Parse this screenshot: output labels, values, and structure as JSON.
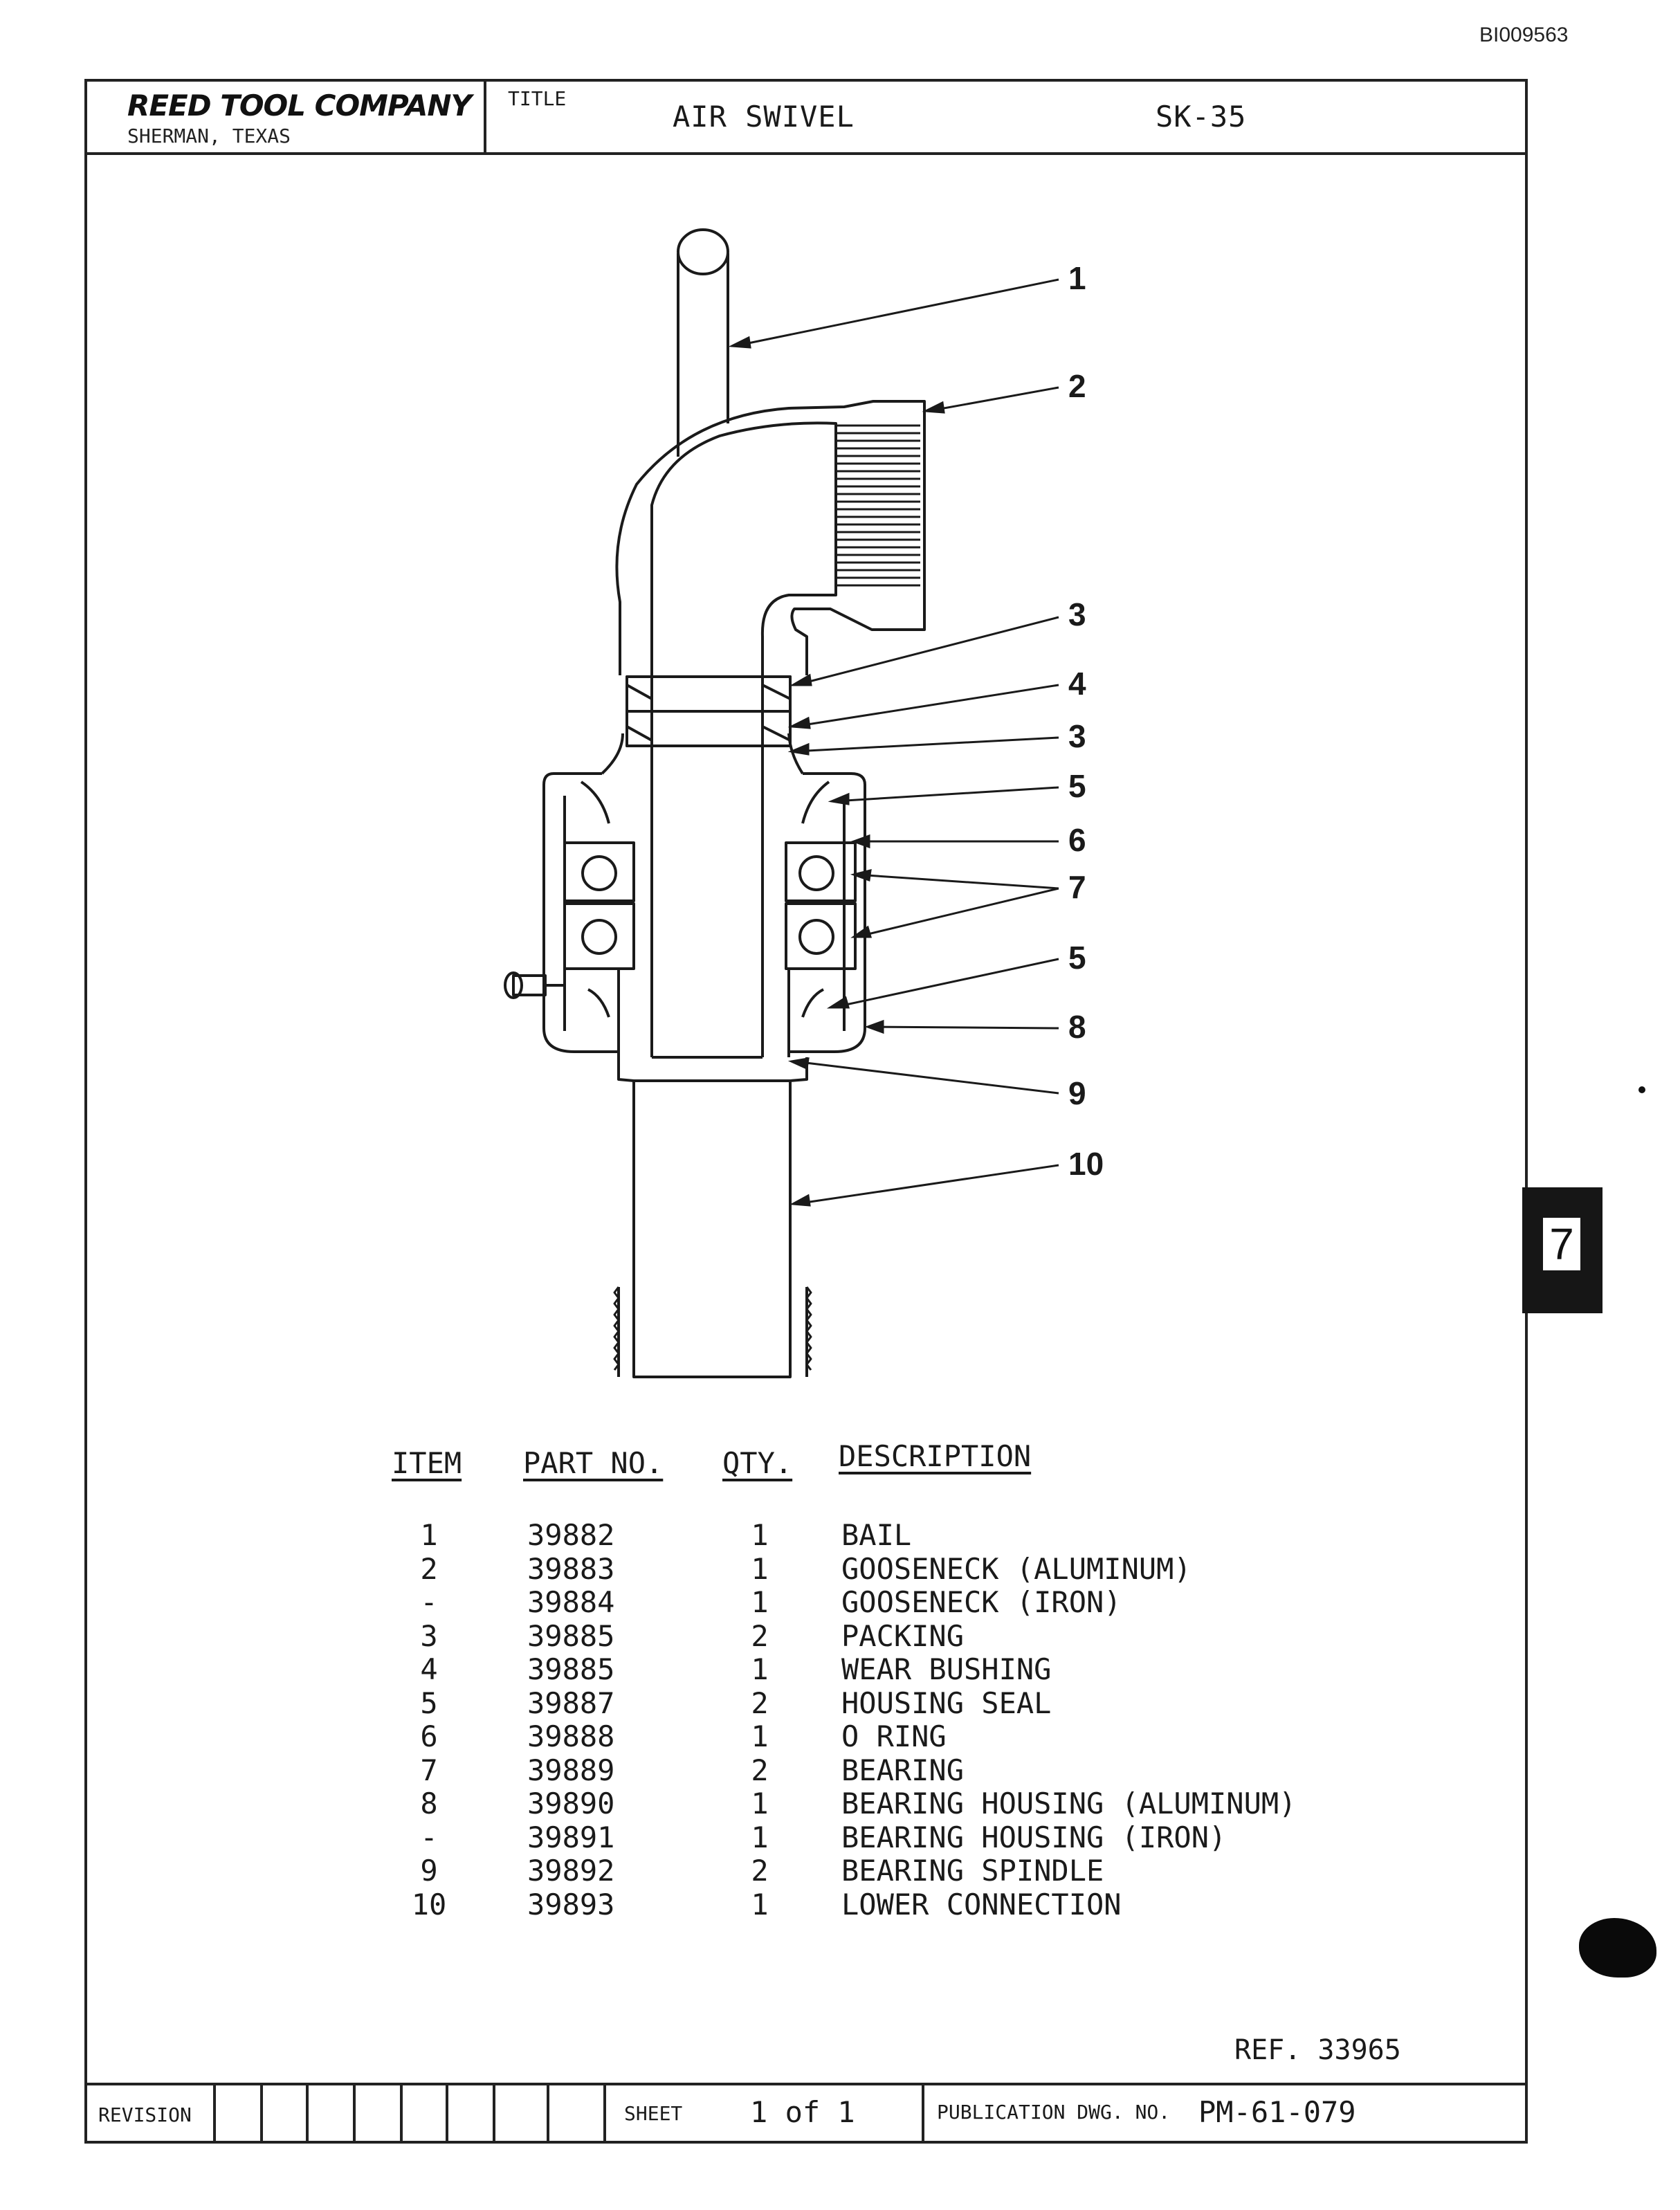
{
  "doc_id": "BI009563",
  "title_block": {
    "company": "REED TOOL COMPANY",
    "location": "SHERMAN, TEXAS",
    "title_label": "TITLE",
    "title": "AIR SWIVEL",
    "drawing_code": "SK-35"
  },
  "callouts": [
    "1",
    "2",
    "3",
    "4",
    "3",
    "5",
    "6",
    "7",
    "5",
    "8",
    "9",
    "10"
  ],
  "parts_table": {
    "headers": {
      "item": "ITEM",
      "part_no": "PART NO.",
      "qty": "QTY.",
      "description": "DESCRIPTION"
    },
    "rows": [
      {
        "item": "1",
        "part_no": "39882",
        "qty": "1",
        "description": "BAIL"
      },
      {
        "item": "2",
        "part_no": "39883",
        "qty": "1",
        "description": "GOOSENECK (ALUMINUM)"
      },
      {
        "item": "-",
        "part_no": "39884",
        "qty": "1",
        "description": "GOOSENECK (IRON)"
      },
      {
        "item": "3",
        "part_no": "39885",
        "qty": "2",
        "description": "PACKING"
      },
      {
        "item": "4",
        "part_no": "39885",
        "qty": "1",
        "description": "WEAR BUSHING"
      },
      {
        "item": "5",
        "part_no": "39887",
        "qty": "2",
        "description": "HOUSING SEAL"
      },
      {
        "item": "6",
        "part_no": "39888",
        "qty": "1",
        "description": "O RING"
      },
      {
        "item": "7",
        "part_no": "39889",
        "qty": "2",
        "description": "BEARING"
      },
      {
        "item": "8",
        "part_no": "39890",
        "qty": "1",
        "description": "BEARING HOUSING (ALUMINUM)"
      },
      {
        "item": "-",
        "part_no": "39891",
        "qty": "1",
        "description": "BEARING HOUSING (IRON)"
      },
      {
        "item": "9",
        "part_no": "39892",
        "qty": "2",
        "description": "BEARING SPINDLE"
      },
      {
        "item": "10",
        "part_no": "39893",
        "qty": "1",
        "description": "LOWER CONNECTION"
      }
    ]
  },
  "ref": "REF. 33965",
  "footer": {
    "revision_label": "REVISION",
    "sheet_label": "SHEET",
    "sheet_value": "1 of 1",
    "publication_label": "PUBLICATION DWG. NO.",
    "publication_value": "PM-61-079"
  },
  "section_tab": "7"
}
